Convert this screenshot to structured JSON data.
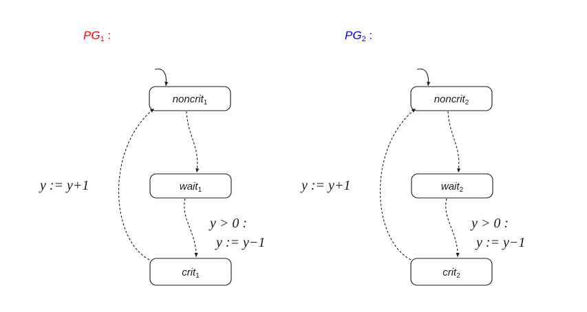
{
  "graphs": [
    {
      "title": {
        "base": "PG",
        "sub": "1",
        "suffix": " :"
      },
      "title_color": "#ff0000",
      "states": {
        "noncrit": {
          "base": "noncrit",
          "sub": "1"
        },
        "wait": {
          "base": "wait",
          "sub": "1"
        },
        "crit": {
          "base": "crit",
          "sub": "1"
        }
      },
      "edge_crit_to_noncrit": "y := y+1",
      "edge_wait_to_crit": [
        "y > 0 :",
        "y := y−1"
      ]
    },
    {
      "title": {
        "base": "PG",
        "sub": "2",
        "suffix": " :"
      },
      "title_color": "#0000ff",
      "states": {
        "noncrit": {
          "base": "noncrit",
          "sub": "2"
        },
        "wait": {
          "base": "wait",
          "sub": "2"
        },
        "crit": {
          "base": "crit",
          "sub": "2"
        }
      },
      "edge_crit_to_noncrit": "y := y+1",
      "edge_wait_to_crit": [
        "y > 0 :",
        "y := y−1"
      ]
    }
  ]
}
